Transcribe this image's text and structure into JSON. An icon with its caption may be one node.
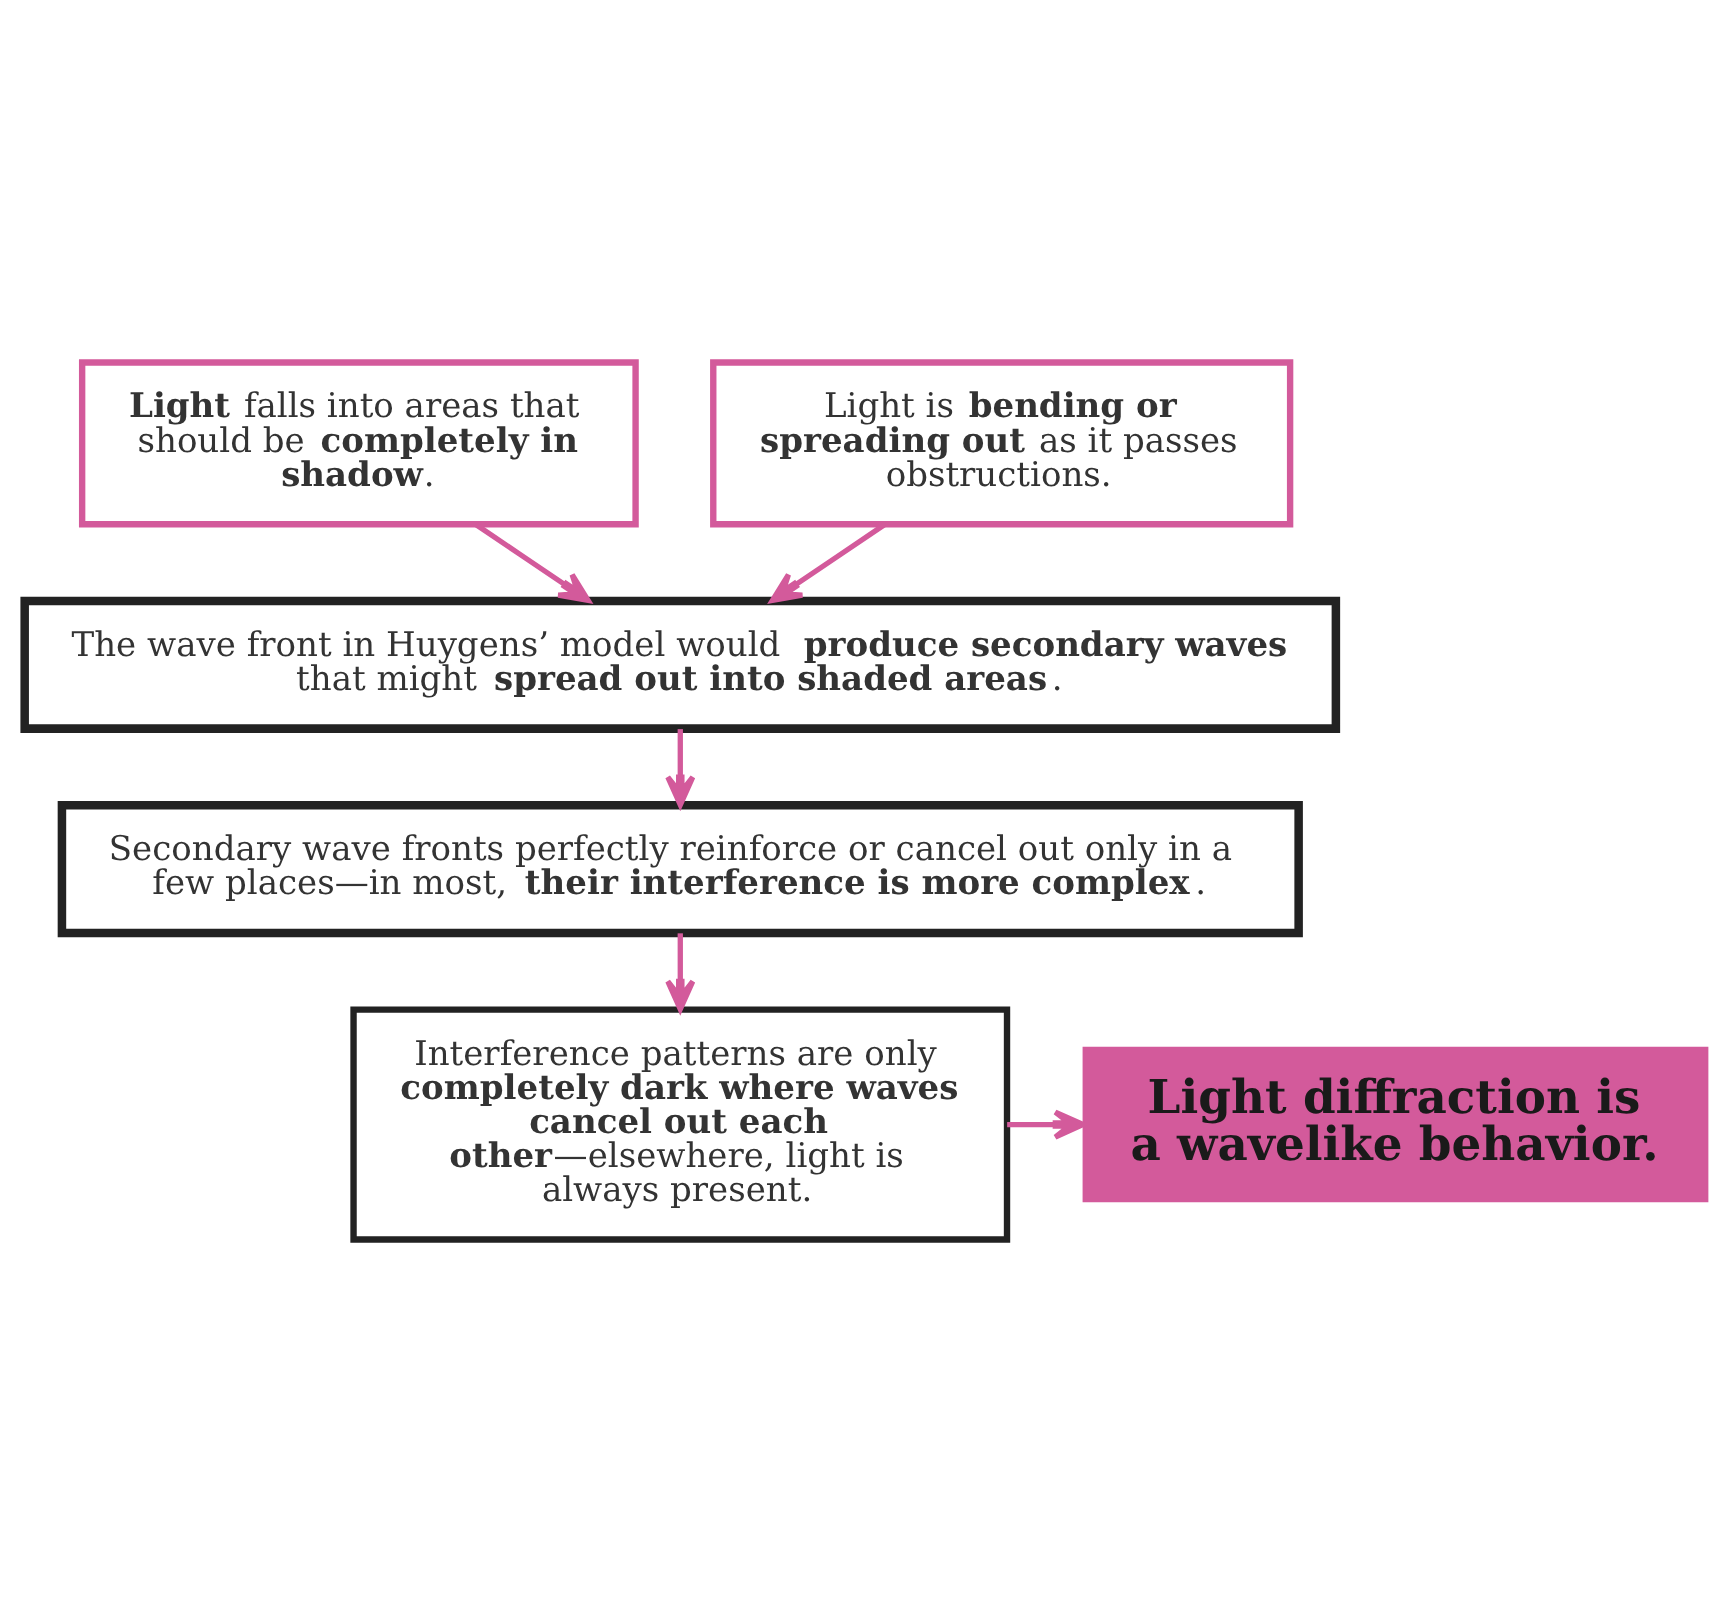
{
  "diagram": {
    "nodes": [
      {
        "text": [
          "**Light** falls into areas that should be **completely in shadow**."
        ]
      },
      {
        "text": [
          "Light is **bending or spreading out** as it passes obstructions."
        ]
      },
      {
        "text": [
          "The wave front in Huygens’ model would **produce secondary waves** that might **spread out into shaded areas**."
        ]
      },
      {
        "text": [
          "Secondary wave fronts perfectly reinforce or cancel out only in a few places—in most, **their interference is more complex**."
        ]
      },
      {
        "text": [
          "Interference patterns are only **completely dark where waves cancel out each other**—elsewhere, light is always present."
        ]
      },
      {
        "text": [
          "Light diffraction is a wavelike behavior."
        ]
      }
    ],
    "edges": [
      {
        "from": 0,
        "to": 2,
        "arrow": "to"
      },
      {
        "from": 1,
        "to": 2,
        "arrow": "to"
      },
      {
        "from": 2,
        "to": 3,
        "arrow": "to"
      },
      {
        "from": 3,
        "to": 4,
        "arrow": "to"
      },
      {
        "from": 4,
        "to": 5,
        "arrow": "to"
      }
    ]
  }
}
